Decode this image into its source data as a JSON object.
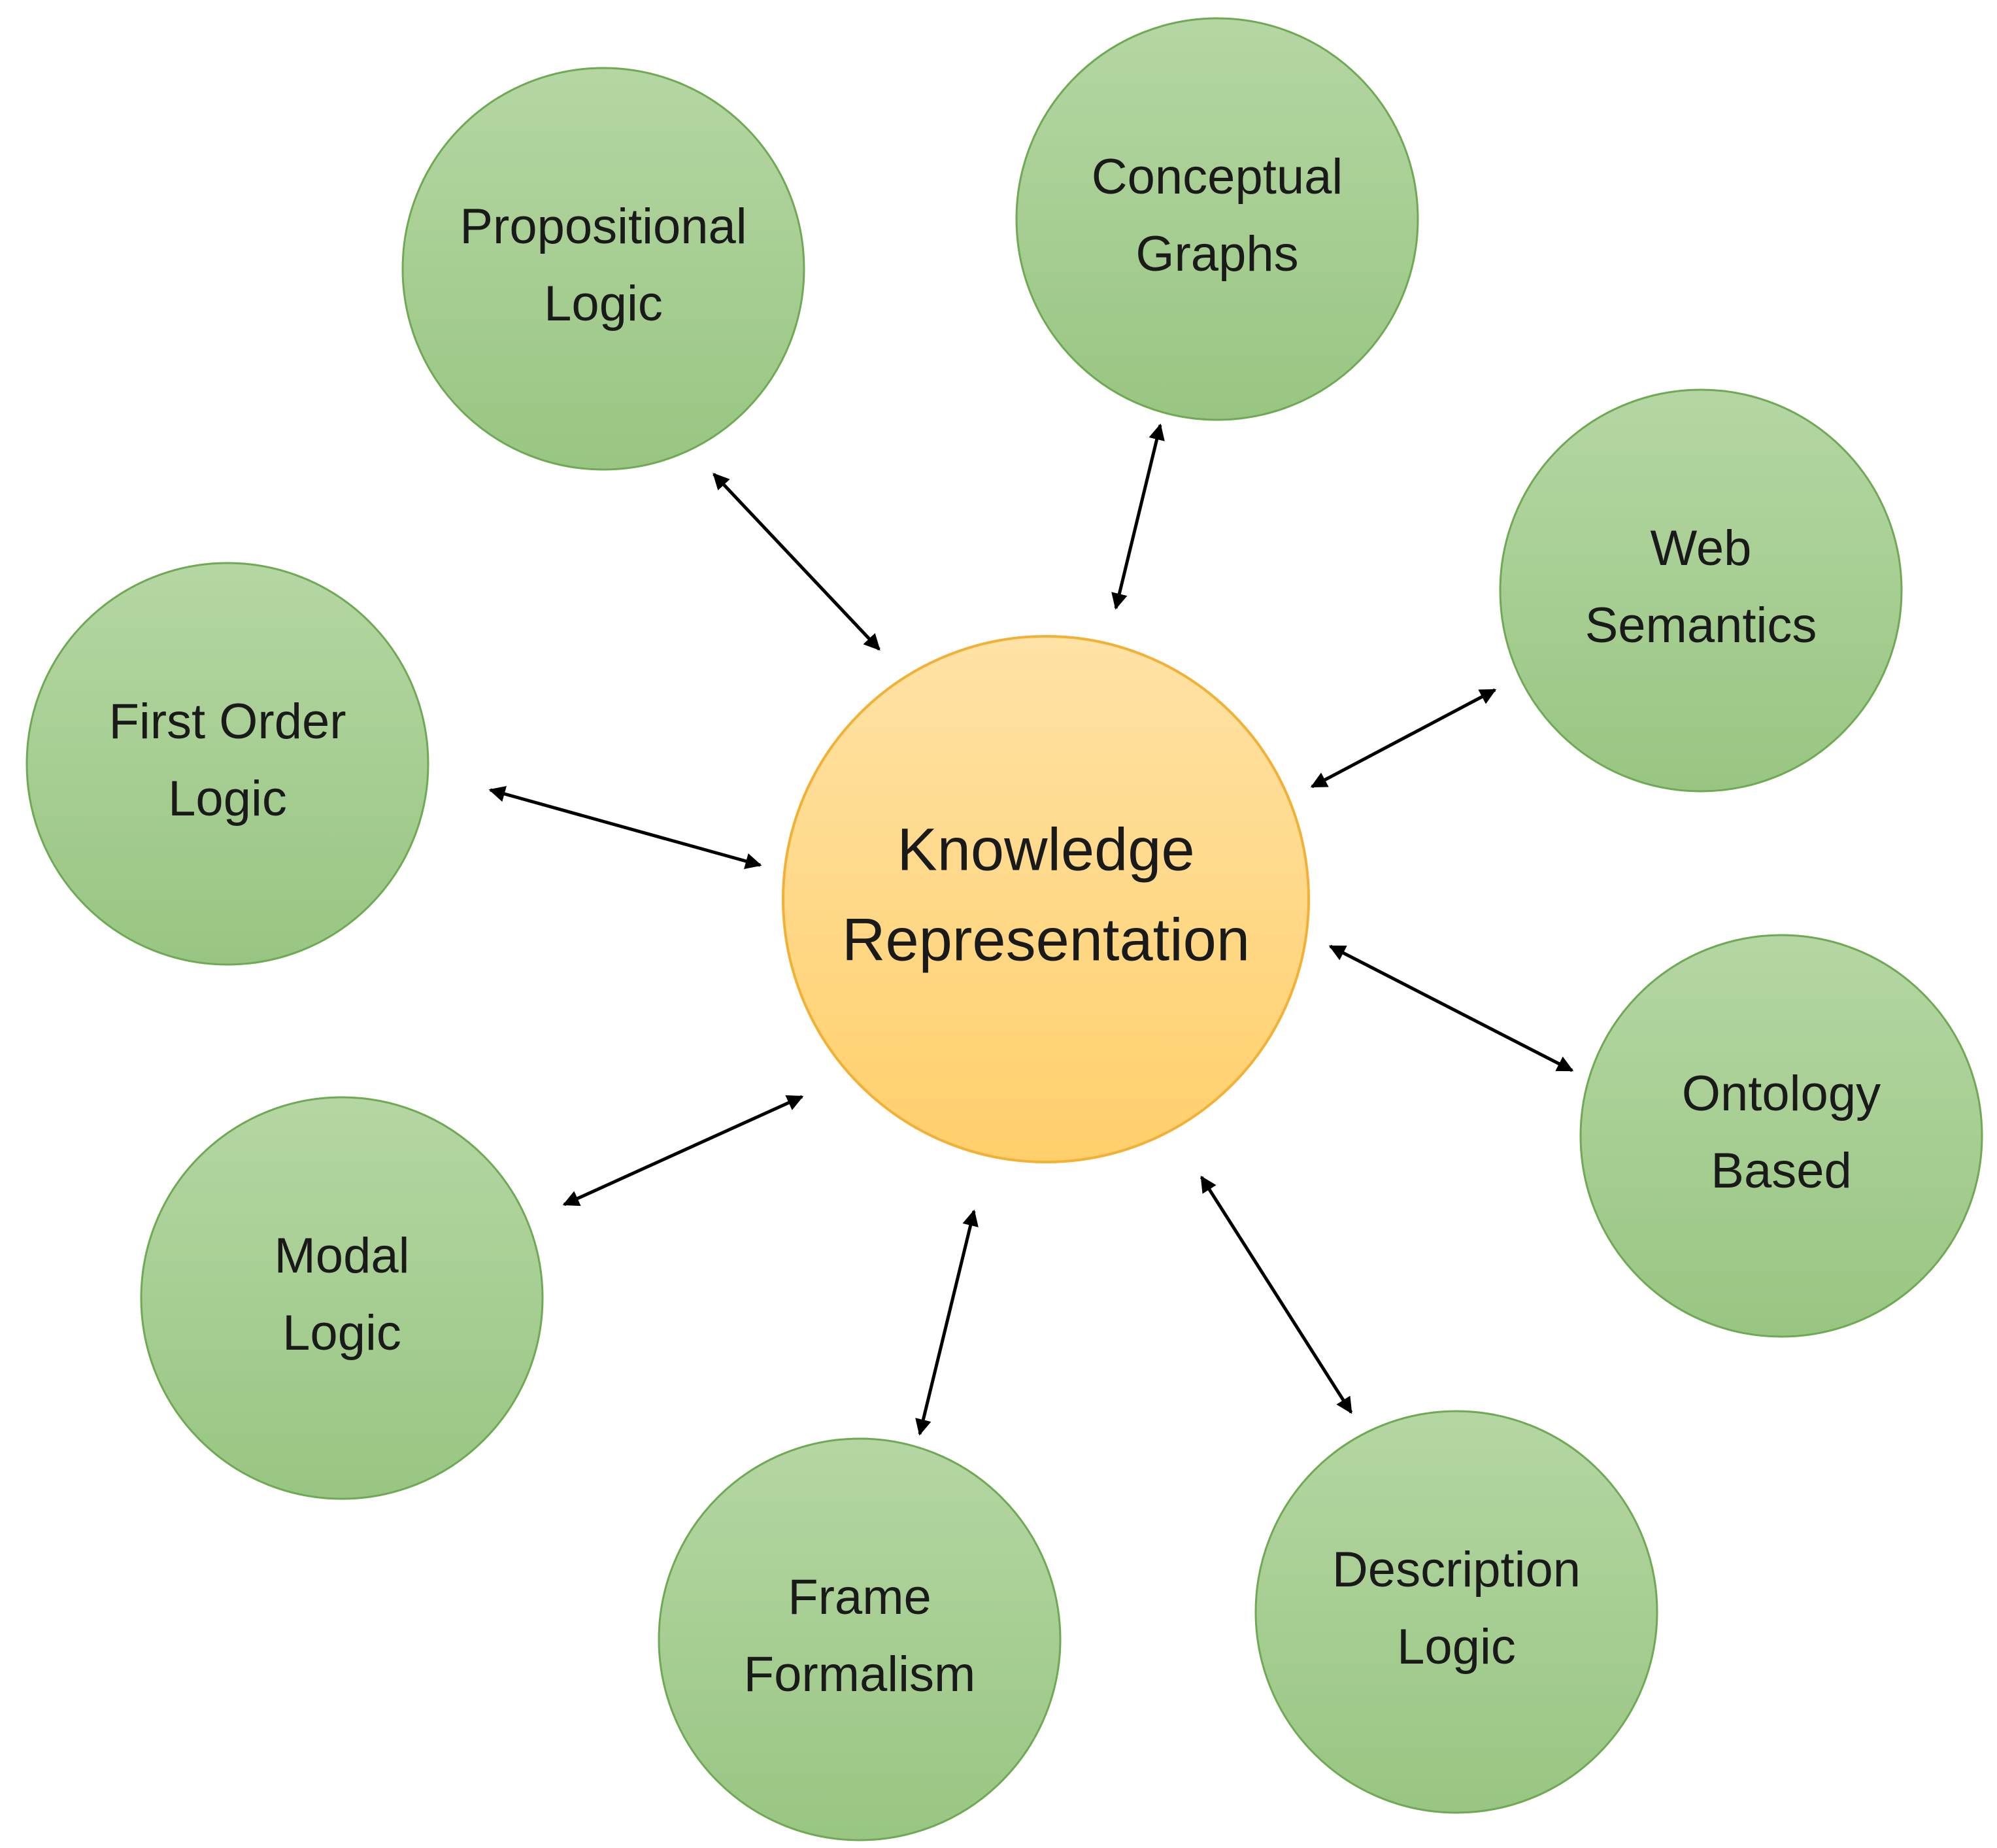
{
  "center": {
    "id": "knowledge-representation",
    "lines": [
      "Knowledge",
      "Representation"
    ],
    "fill_top": "#FFE2A6",
    "fill_bottom": "#FFCF6B",
    "stroke": "#F2B134"
  },
  "satellites": [
    {
      "id": "propositional-logic",
      "lines": [
        "Propositional",
        "Logic"
      ]
    },
    {
      "id": "conceptual-graphs",
      "lines": [
        "Conceptual",
        "Graphs"
      ]
    },
    {
      "id": "web-semantics",
      "lines": [
        "Web",
        "Semantics"
      ]
    },
    {
      "id": "ontology-based",
      "lines": [
        "Ontology",
        "Based"
      ]
    },
    {
      "id": "description-logic",
      "lines": [
        "Description",
        "Logic"
      ]
    },
    {
      "id": "frame-formalism",
      "lines": [
        "Frame",
        "Formalism"
      ]
    },
    {
      "id": "modal-logic",
      "lines": [
        "Modal",
        "Logic"
      ]
    },
    {
      "id": "first-order-logic",
      "lines": [
        "First Order",
        "Logic"
      ]
    }
  ],
  "connectors": {
    "style": "double-headed-arrow",
    "color": "#000000"
  },
  "colors": {
    "satellite_fill_top": "#B5D6A3",
    "satellite_fill_bottom": "#98C682",
    "satellite_stroke": "#6FA954"
  }
}
